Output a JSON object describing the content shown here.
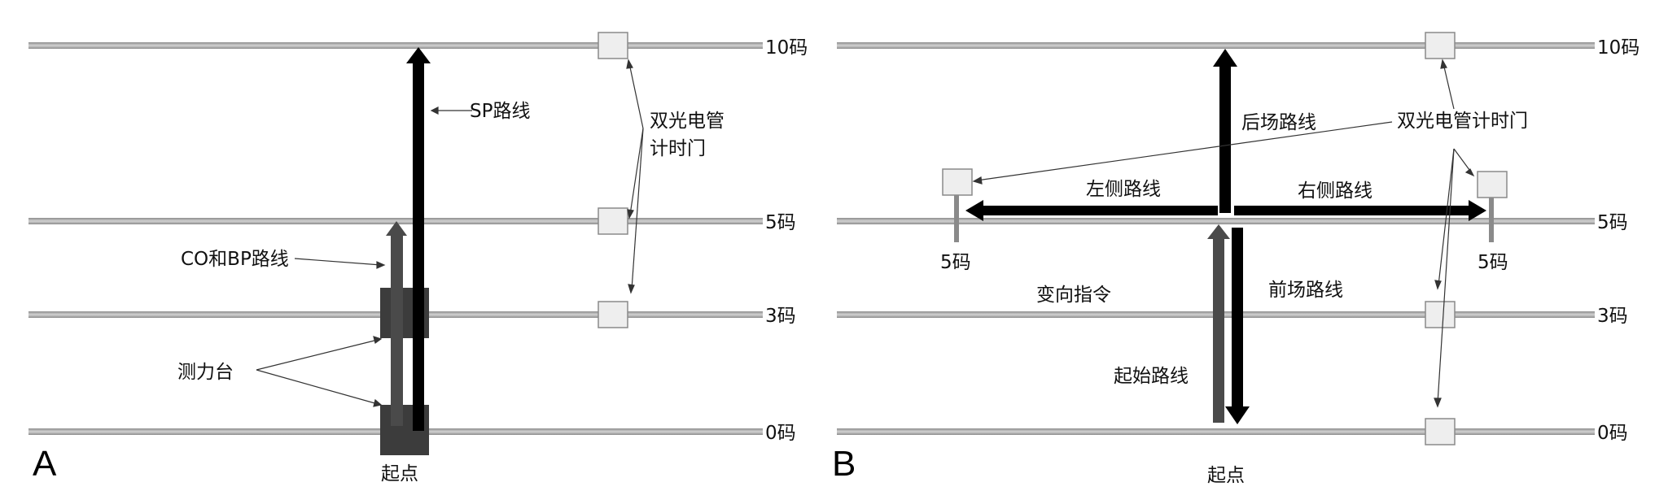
{
  "panel_a": {
    "letter": "A",
    "yard_labels": [
      "10码",
      "5码",
      "3码",
      "0码"
    ],
    "route_sp": "SP路线",
    "route_co_bp": "CO和BP路线",
    "gate_label_line1": "双光电管",
    "gate_label_line2": "计时门",
    "force_plate": "测力台",
    "start_point": "起点"
  },
  "panel_b": {
    "letter": "B",
    "yard_labels": [
      "10码",
      "5码",
      "3码",
      "0码"
    ],
    "route_back": "后场路线",
    "gate_label": "双光电管计时门",
    "route_left": "左侧路线",
    "route_right": "右侧路线",
    "left_gate_yard": "5码",
    "right_gate_yard": "5码",
    "direction_cue": "变向指令",
    "route_front": "前场路线",
    "route_start": "起始路线",
    "start_point": "起点"
  },
  "colors": {
    "track": "#b4b4b4",
    "track_edge": "#7a7a7a",
    "arrow_black": "#000000",
    "arrow_gray": "#4a4a4a",
    "plate": "#3c3c3c",
    "gate_fill": "#eeeeee",
    "gate_edge": "#8a8a8a"
  }
}
